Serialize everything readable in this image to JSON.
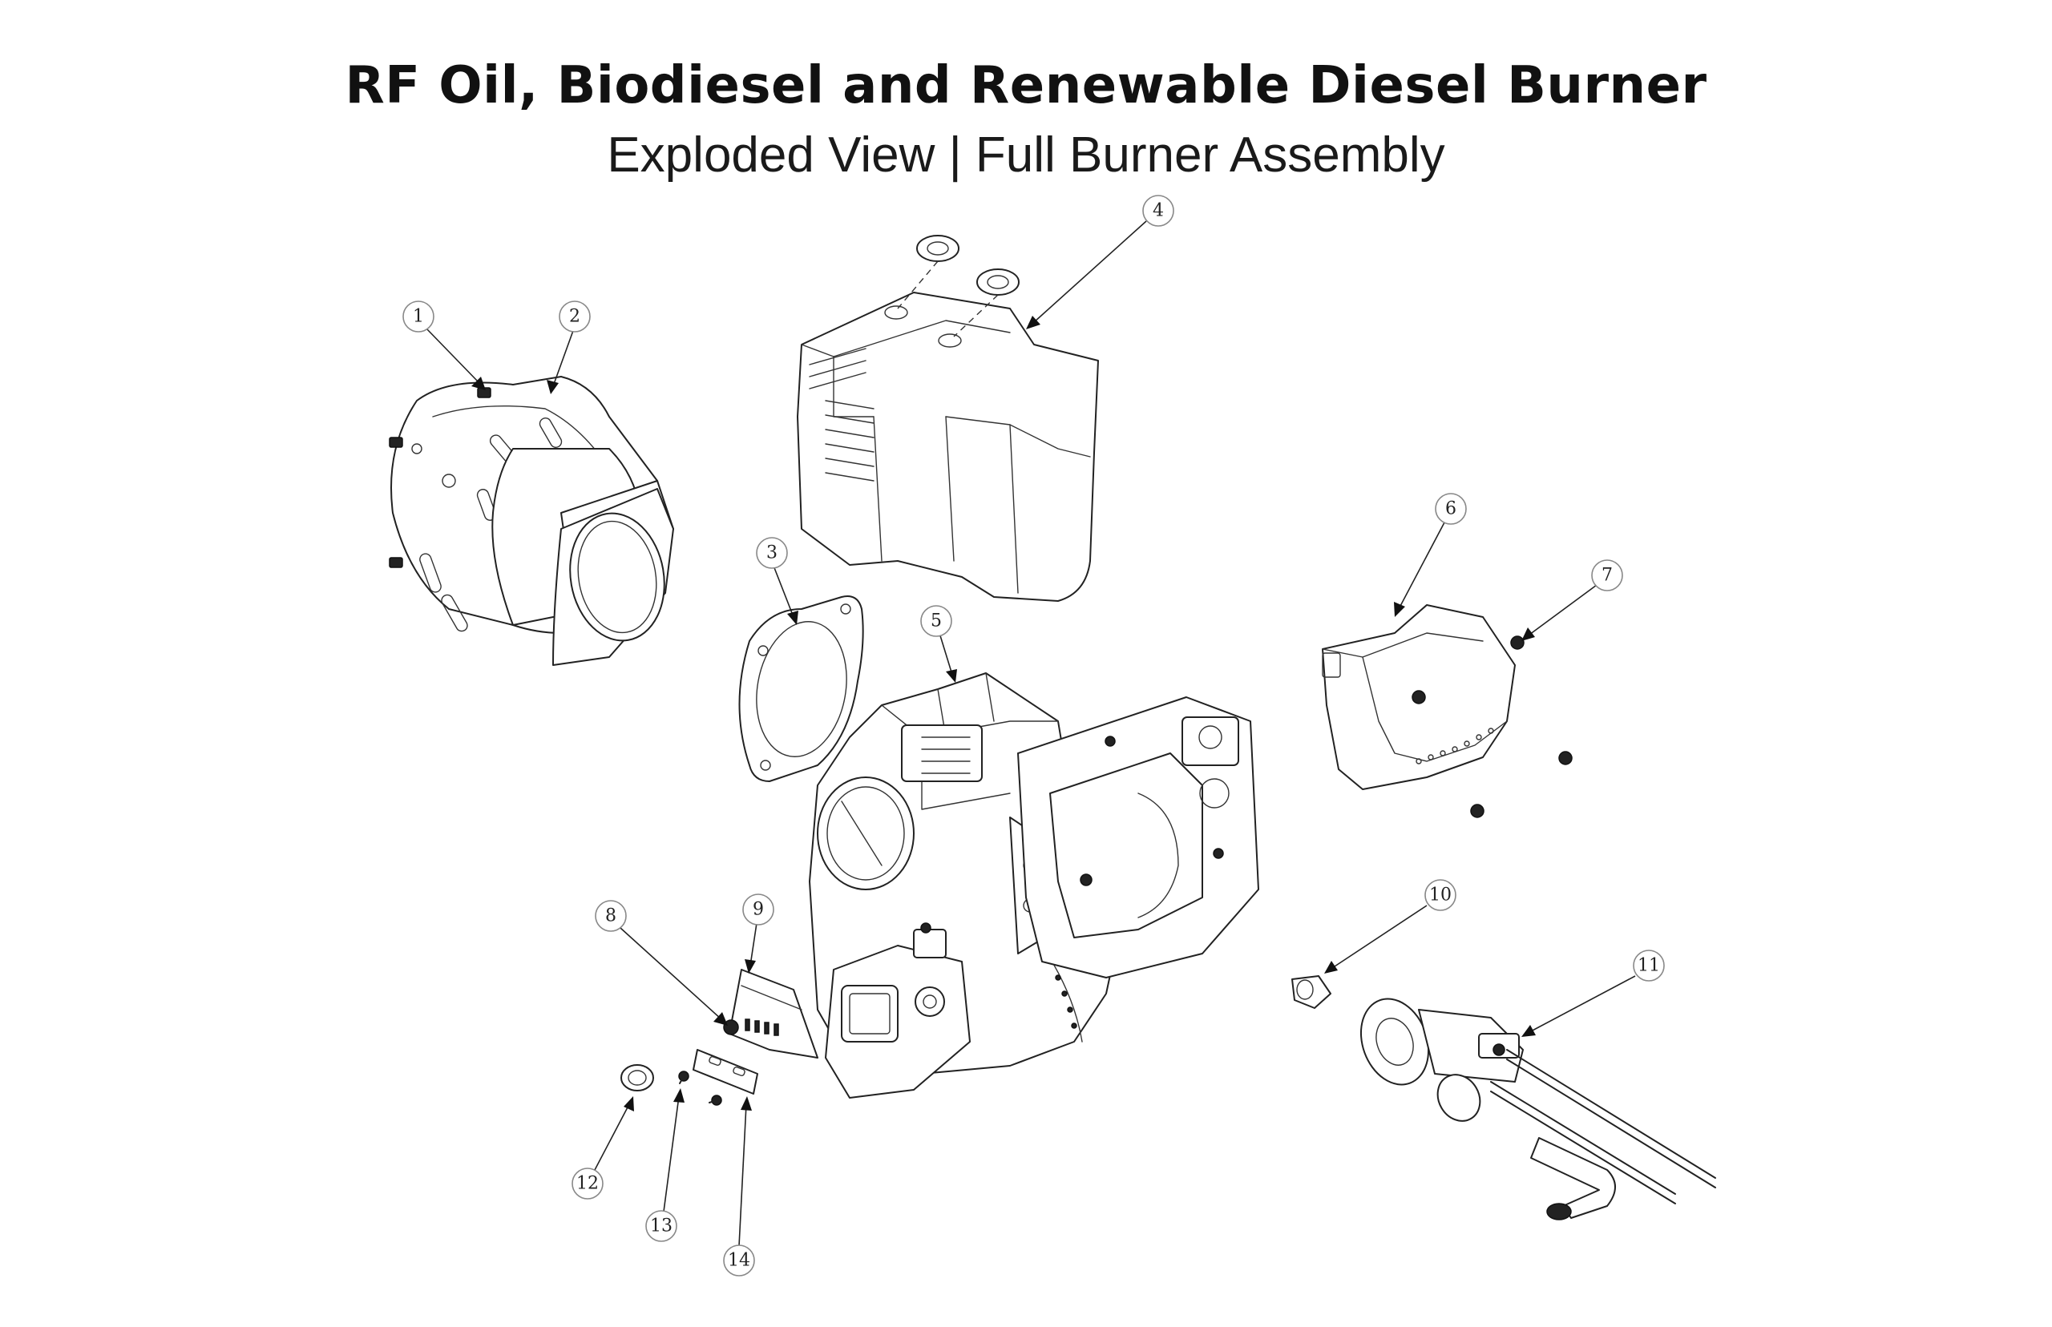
{
  "title": "RF Oil, Biodiesel and Renewable Diesel Burner",
  "subtitle": "Exploded View | Full Burner Assembly",
  "callouts": [
    "1",
    "2",
    "3",
    "4",
    "5",
    "6",
    "7",
    "8",
    "9",
    "10",
    "11",
    "12",
    "13",
    "14"
  ]
}
